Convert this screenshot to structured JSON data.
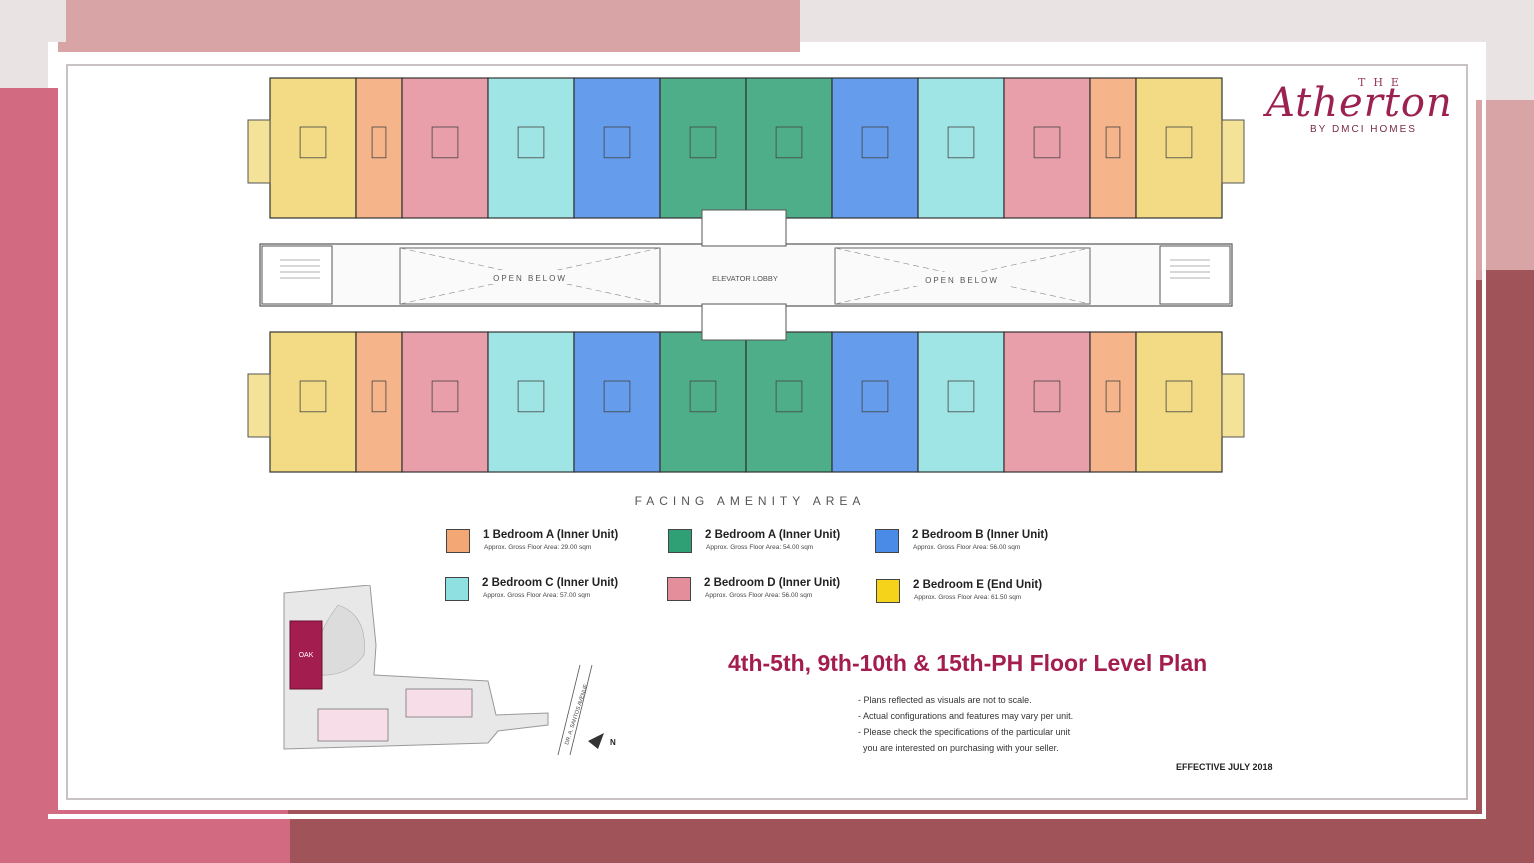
{
  "colors": {
    "one_br_a": "#f3a774",
    "two_br_a": "#2fa076",
    "two_br_b": "#4a8be8",
    "two_br_c": "#8fe0e0",
    "two_br_d": "#e58e9b",
    "two_br_e": "#f0d56e",
    "brand": "#a31d4f"
  },
  "logo": {
    "the": "THE",
    "name": "Atherton",
    "by": "BY DMCI HOMES"
  },
  "plan": {
    "open_below_left": "OPEN BELOW",
    "open_below_right": "OPEN BELOW",
    "elevator_lobby": "ELEVATOR LOBBY",
    "facing": "FACING AMENITY AREA"
  },
  "legend": [
    {
      "title": "1 Bedroom A (Inner Unit)",
      "area": "Approx. Gross Floor Area: 29.00 sqm",
      "color": "#f3a774"
    },
    {
      "title": "2 Bedroom A (Inner Unit)",
      "area": "Approx. Gross Floor Area: 54.00 sqm",
      "color": "#2fa076"
    },
    {
      "title": "2 Bedroom B (Inner Unit)",
      "area": "Approx. Gross Floor Area: 56.00 sqm",
      "color": "#4a8be8"
    },
    {
      "title": "2 Bedroom C (Inner Unit)",
      "area": "Approx. Gross Floor Area: 57.00 sqm",
      "color": "#8fe0e0"
    },
    {
      "title": "2 Bedroom D (Inner Unit)",
      "area": "Approx. Gross Floor Area: 56.00 sqm",
      "color": "#e58e9b"
    },
    {
      "title": "2 Bedroom E (End Unit)",
      "area": "Approx. Gross Floor Area: 61.50 sqm",
      "color": "#f5d31a"
    }
  ],
  "site": {
    "building_label": "OAK",
    "street": "DR. A. SANTOS AVENUE",
    "north": "N"
  },
  "title": "4th-5th, 9th-10th & 15th-PH Floor Level Plan",
  "notes": [
    "- Plans reflected as visuals are not to scale.",
    "- Actual configurations and features may vary per unit.",
    "- Please check the specifications of the particular unit",
    "  you are interested on purchasing with your seller."
  ],
  "effective": "EFFECTIVE JULY 2018"
}
